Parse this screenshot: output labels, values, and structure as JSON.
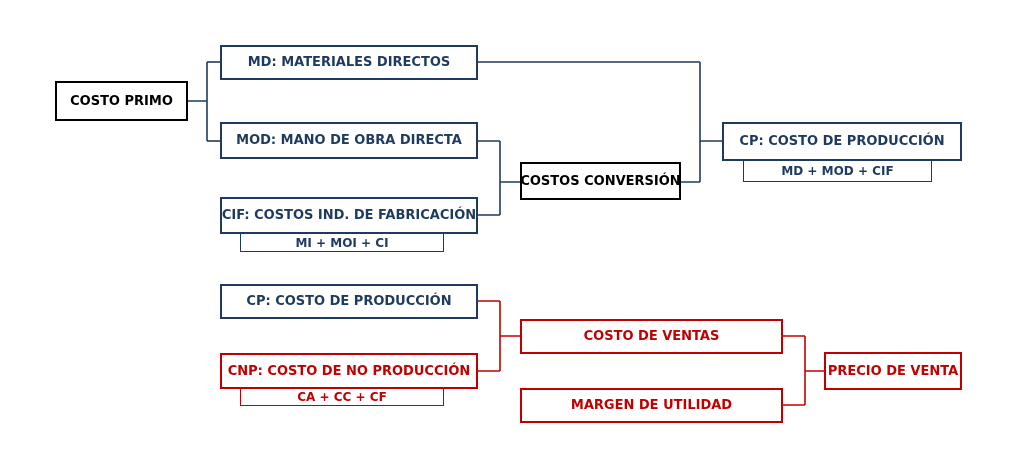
{
  "colors": {
    "blue": "#1f3a5f",
    "red": "#c00000",
    "black": "#000000"
  },
  "top": {
    "costo_primo": "COSTO PRIMO",
    "md": "MD: MATERIALES DIRECTOS",
    "mod": "MOD: MANO DE OBRA DIRECTA",
    "cif": "CIF: COSTOS IND. DE FABRICACIÓN",
    "cif_formula": "MI + MOI + CI",
    "costos_conversion": "COSTOS CONVERSIÓN",
    "cp": "CP: COSTO DE PRODUCCIÓN",
    "cp_formula": "MD + MOD + CIF"
  },
  "bottom": {
    "cp": "CP: COSTO DE PRODUCCIÓN",
    "cnp": "CNP: COSTO DE NO PRODUCCIÓN",
    "cnp_formula": "CA + CC + CF",
    "costo_ventas": "COSTO DE VENTAS",
    "margen": "MARGEN DE UTILIDAD",
    "precio_venta": "PRECIO DE VENTA"
  }
}
